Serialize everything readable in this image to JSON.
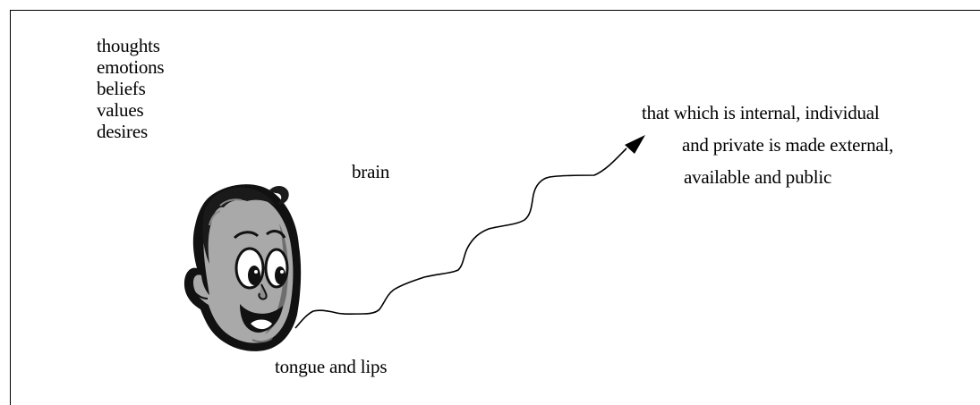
{
  "mental_states": [
    "thoughts",
    "emotions",
    "beliefs",
    "values",
    "desires"
  ],
  "labels": {
    "brain": "brain",
    "tongue": "tongue and lips"
  },
  "caption": {
    "line1": "that which is internal, individual",
    "line2": "and private is made external,",
    "line3": "available and public"
  },
  "colors": {
    "ink": "#000000",
    "face_fill": "#a9a9a9",
    "face_shadow": "#6e6e6e",
    "hair": "#1a1a1a",
    "background": "#ffffff"
  },
  "icons": {
    "face": "cartoon-head-icon",
    "arrowhead": "arrow-head-icon"
  }
}
